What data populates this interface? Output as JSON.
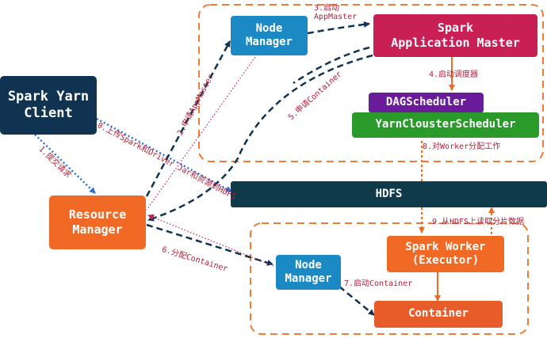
{
  "nodes": {
    "client": "Spark Yarn\nClient",
    "resource_manager": "Resource\nManager",
    "node_manager_top": "Node\nManager",
    "app_master": "Spark\nApplication Master",
    "dag_scheduler": "DAGScheduler",
    "yarn_scheduler": "YarnClousterScheduler",
    "hdfs": "HDFS",
    "worker": "Spark Worker\n(Executor)",
    "node_manager_bottom": "Node\nManager",
    "container": "Container"
  },
  "edges": {
    "step0": "0.上传Spark和Driver Jar和资源到HDFS",
    "step1": "1.提交请求",
    "step2": "2.申请AppMaster",
    "step3": "3.启动\nAppMaster",
    "step4": "4.启动调度器",
    "step5": "5.申请Container",
    "step6": "6.分配Container",
    "step7": "7.启动Container",
    "step8": "8.对Worker分配工作",
    "step9": "9.从HDFS上读取分片数据"
  },
  "colors": {
    "client": "#0f3350",
    "resource_manager": "#f06a25",
    "node_manager": "#1b8ac4",
    "app_master": "#c81f55",
    "dag_scheduler": "#6a1b9a",
    "yarn_scheduler": "#2a9a2a",
    "hdfs": "#0f3a4a",
    "worker": "#f06a25",
    "container": "#e85c2a",
    "dashed_frame": "#f07a3a",
    "label_text": "#b0203a"
  }
}
